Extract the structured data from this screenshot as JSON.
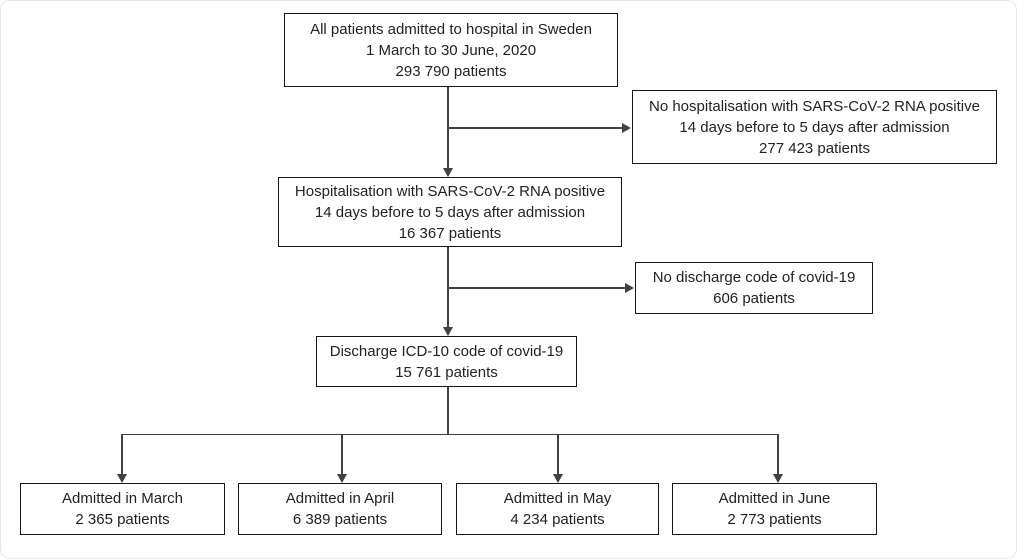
{
  "diagram": {
    "type": "flowchart",
    "boxes": {
      "all_admitted": {
        "lines": [
          "All patients admitted to hospital in Sweden",
          "1 March to 30 June, 2020",
          "293 790 patients"
        ]
      },
      "no_hospitalisation": {
        "lines": [
          "No hospitalisation with SARS-CoV-2 RNA positive",
          "14 days before to 5 days after admission",
          "277 423 patients"
        ]
      },
      "hospitalisation": {
        "lines": [
          "Hospitalisation with SARS-CoV-2 RNA positive",
          "14 days before to 5 days after admission",
          "16 367 patients"
        ]
      },
      "no_discharge": {
        "lines": [
          "No discharge code of covid-19",
          "606 patients"
        ]
      },
      "discharge": {
        "lines": [
          "Discharge ICD-10 code of covid-19",
          "15 761 patients"
        ]
      },
      "march": {
        "lines": [
          "Admitted in March",
          "2 365 patients"
        ]
      },
      "april": {
        "lines": [
          "Admitted in April",
          "6 389 patients"
        ]
      },
      "may": {
        "lines": [
          "Admitted in May",
          "4 234 patients"
        ]
      },
      "june": {
        "lines": [
          "Admitted in June",
          "2 773 patients"
        ]
      }
    },
    "colors": {
      "background": "#ffffff",
      "box_border": "#161616",
      "line": "#414141",
      "text": "#222222",
      "frame_border": "#e7e7e7"
    }
  }
}
